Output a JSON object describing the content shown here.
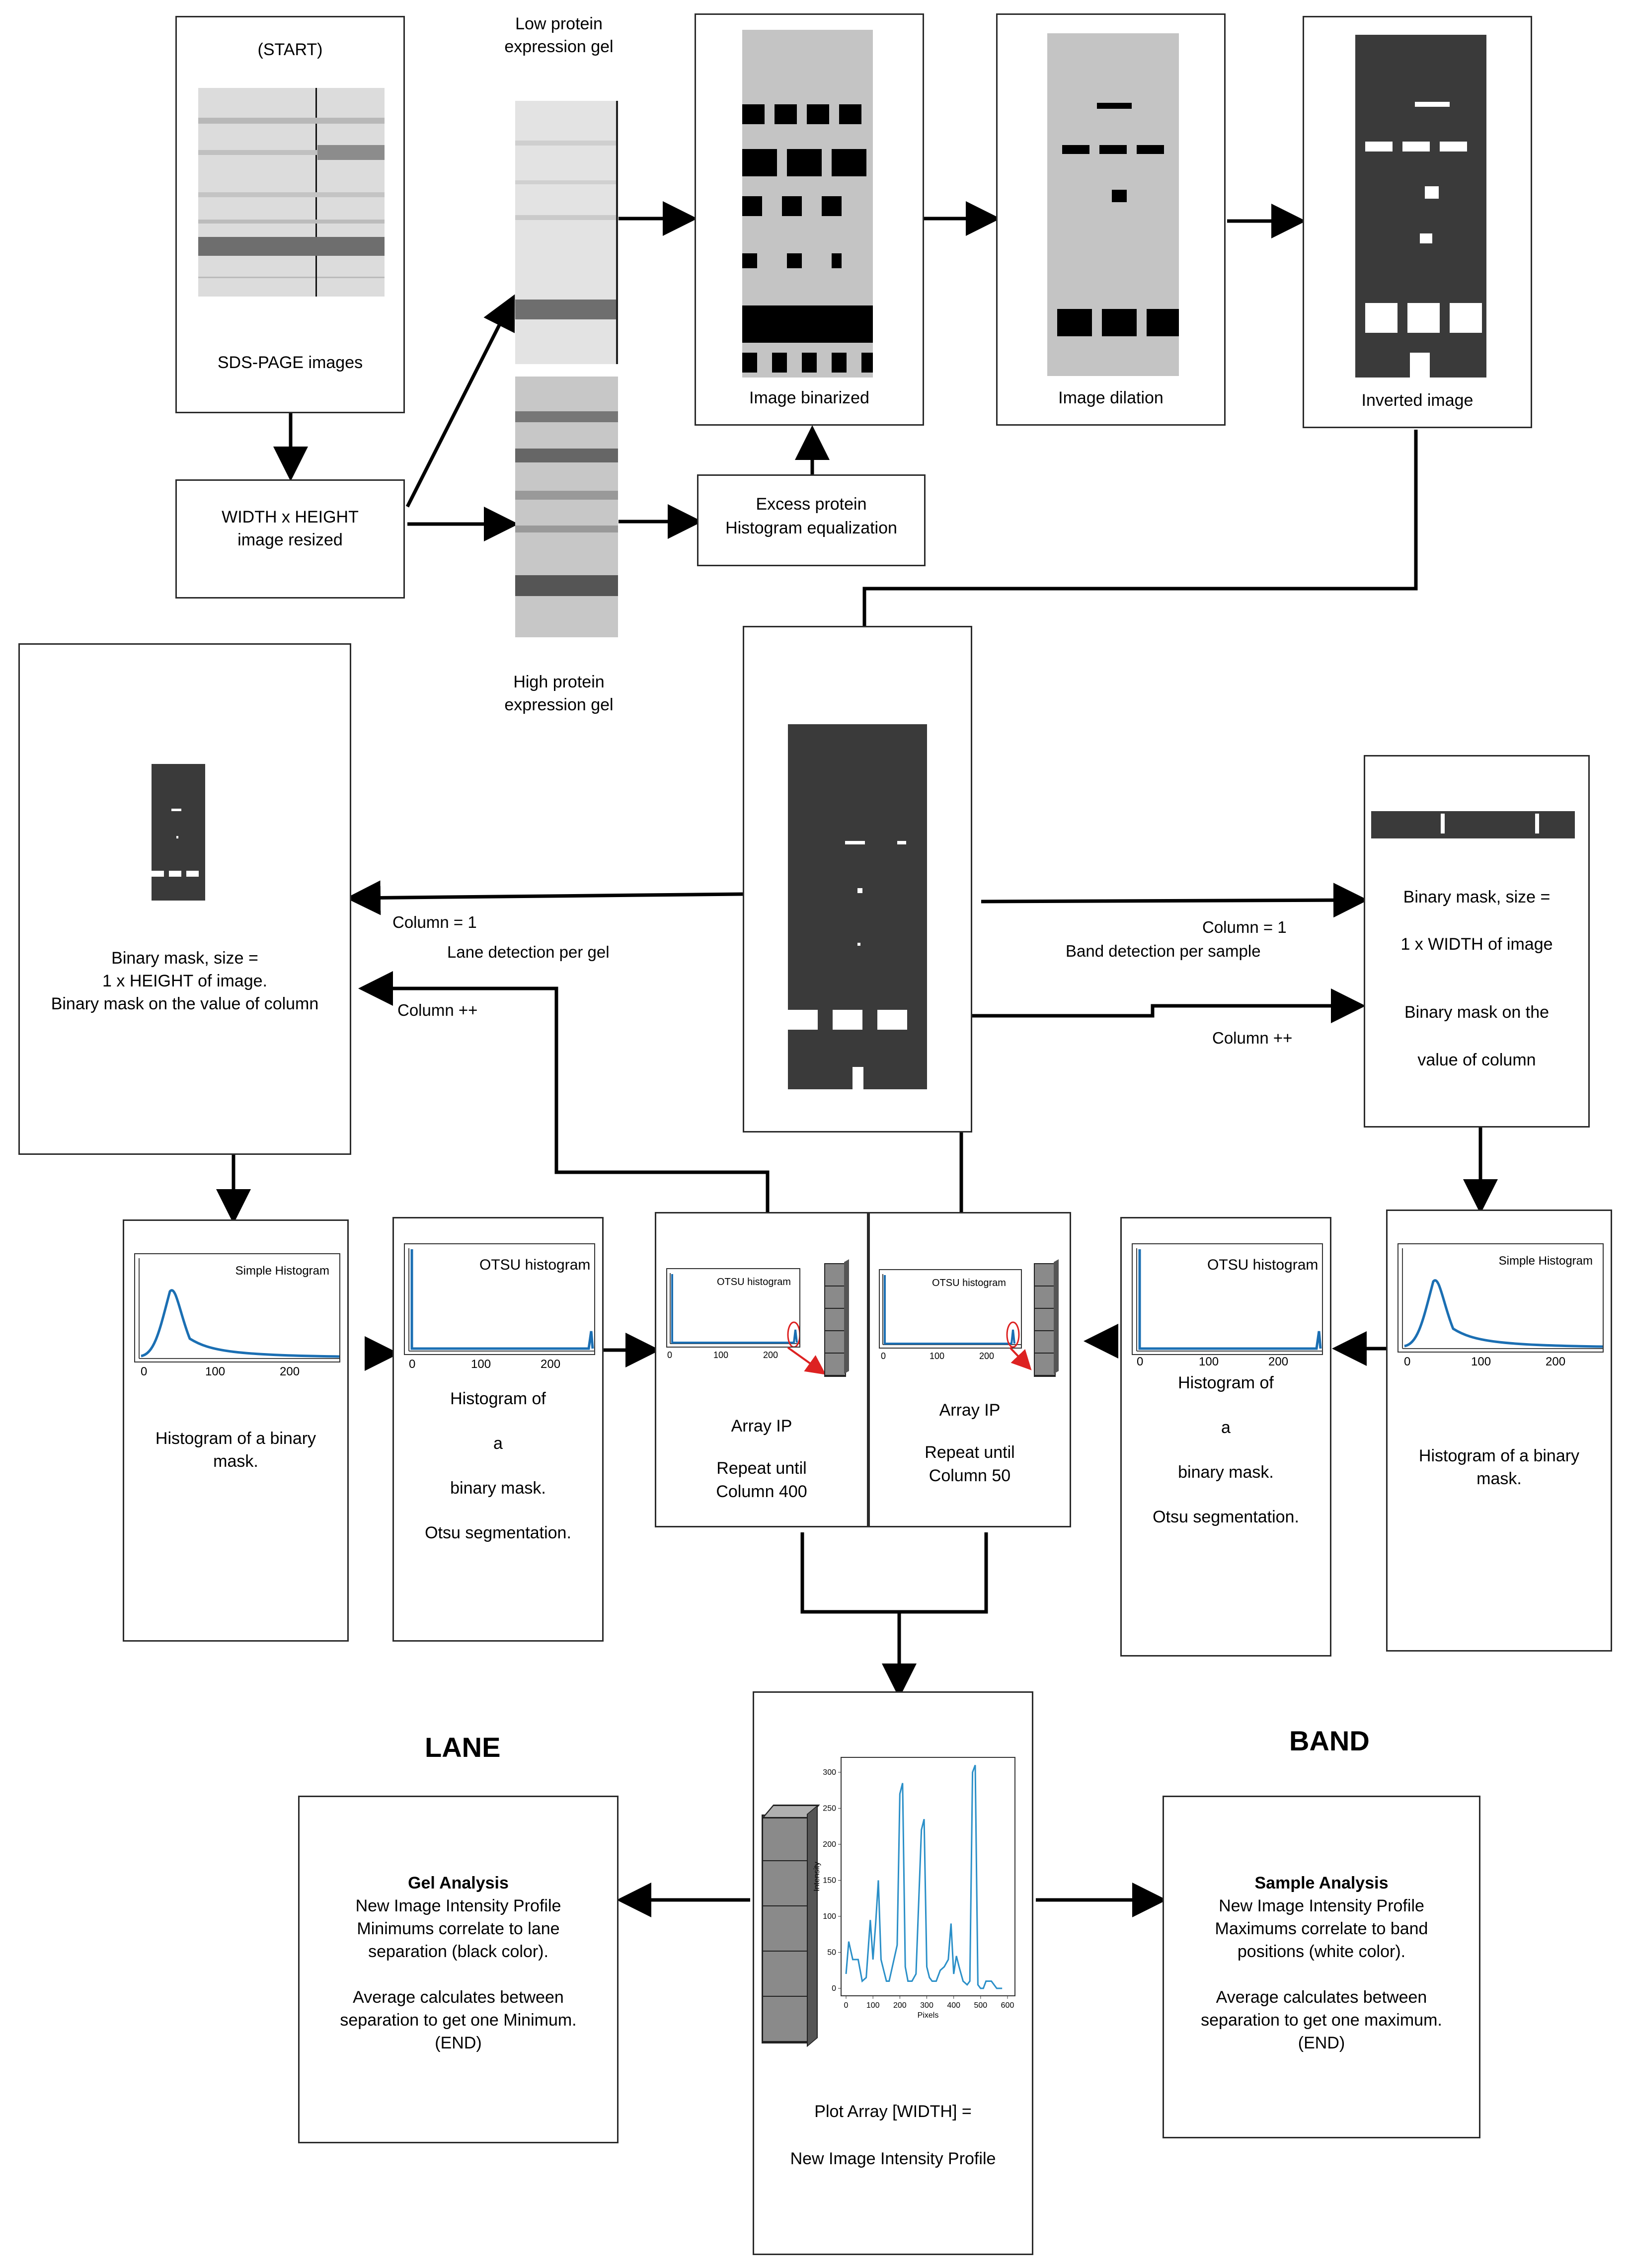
{
  "start": {
    "title": "(START)",
    "caption": "SDS-PAGE images"
  },
  "resize": {
    "text": "WIDTH x HEIGHT image resized"
  },
  "low_gel": {
    "label": "Low protein expression gel"
  },
  "high_gel": {
    "label": "High protein expression gel"
  },
  "equalize": {
    "line1": "Excess protein",
    "line2": "Histogram equalization"
  },
  "binarized": {
    "caption": "Image binarized"
  },
  "dilation": {
    "caption": "Image dilation"
  },
  "inverted": {
    "caption": "Inverted image"
  },
  "lane_mask": {
    "line1": "Binary mask, size =",
    "line2": "1 x HEIGHT of image.",
    "line3": "Binary mask on the value of column"
  },
  "band_mask": {
    "line1": "Binary mask, size =",
    "line2": "1 x WIDTH of image",
    "line3": "Binary mask on the",
    "line4": "value of column"
  },
  "labels": {
    "lane_col": "Column = 1",
    "lane_detect": "Lane detection per gel",
    "lane_inc": "Column ++",
    "band_col": "Column = 1",
    "band_detect": "Band detection per sample",
    "band_inc": "Column ++"
  },
  "hist_left": {
    "chart_title": "Simple Histogram",
    "caption1": "Histogram of a binary",
    "caption2": "mask."
  },
  "otsu_left": {
    "chart_title": "OTSU histogram",
    "l1": "Histogram of",
    "l2": "a",
    "l3": "binary mask.",
    "l4": "Otsu segmentation."
  },
  "array_lane": {
    "chart_title": "OTSU histogram",
    "l1": "Array IP",
    "l2": "Repeat until",
    "l3": "Column 400"
  },
  "array_band": {
    "chart_title": "OTSU histogram",
    "l1": "Array IP",
    "l2": "Repeat until",
    "l3": "Column 50"
  },
  "otsu_right": {
    "chart_title": "OTSU histogram",
    "l1": "Histogram of",
    "l2": "a",
    "l3": "binary mask.",
    "l4": "Otsu segmentation."
  },
  "hist_right": {
    "chart_title": "Simple Histogram",
    "caption1": "Histogram of a binary",
    "caption2": "mask."
  },
  "hist_ticks": [
    "0",
    "100",
    "200"
  ],
  "lane": {
    "heading": "LANE",
    "title": "Gel Analysis",
    "l1": "New Image Intensity Profile",
    "l2": "Minimums correlate to lane",
    "l3": "separation (black color).",
    "l4": "Average calculates between",
    "l5": "separation to get one Minimum.",
    "l6": "(END)"
  },
  "band": {
    "heading": "BAND",
    "title": "Sample Analysis",
    "l1": "New Image Intensity Profile",
    "l2": "Maximums correlate to band",
    "l3": "positions (white color).",
    "l4": "Average calculates between",
    "l5": "separation to get one maximum.",
    "l6": "(END)"
  },
  "plot": {
    "caption1": "Plot Array [WIDTH] =",
    "caption2": "New Image Intensity Profile"
  },
  "chart_data": {
    "type": "line",
    "xlabel": "Pixels",
    "ylabel": "Intensity",
    "xlim": [
      0,
      600
    ],
    "ylim": [
      0,
      300
    ],
    "x_ticks": [
      0,
      100,
      200,
      300,
      400,
      500,
      600
    ],
    "y_ticks": [
      0,
      50,
      100,
      150,
      200,
      250,
      300
    ],
    "color": "#2a8fc8",
    "x": [
      0,
      10,
      25,
      45,
      60,
      75,
      90,
      100,
      110,
      120,
      130,
      140,
      150,
      160,
      175,
      190,
      200,
      210,
      220,
      230,
      245,
      260,
      280,
      290,
      300,
      310,
      320,
      335,
      350,
      365,
      380,
      390,
      400,
      410,
      420,
      435,
      450,
      460,
      470,
      480,
      490,
      500,
      510,
      520,
      540,
      560,
      580
    ],
    "y": [
      20,
      65,
      40,
      40,
      10,
      15,
      95,
      40,
      90,
      150,
      40,
      25,
      10,
      10,
      35,
      60,
      270,
      285,
      30,
      10,
      10,
      20,
      220,
      235,
      30,
      15,
      10,
      10,
      25,
      30,
      40,
      90,
      20,
      45,
      30,
      10,
      5,
      10,
      300,
      310,
      5,
      0,
      0,
      10,
      10,
      0,
      0
    ]
  }
}
